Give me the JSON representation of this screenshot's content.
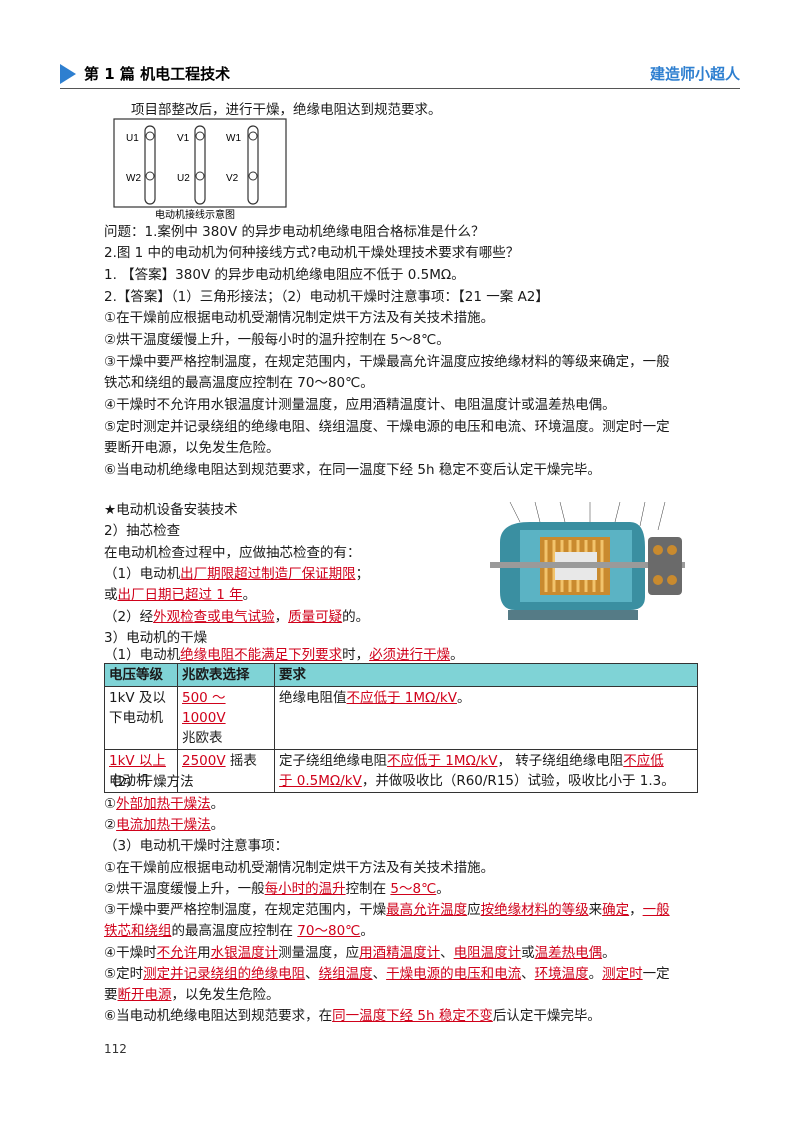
{
  "header": {
    "title": "第 1 篇  机电工程技术",
    "brand": "建造师小超人"
  },
  "top": {
    "intro": "项目部整改后，进行干燥，绝缘电阻达到规范要求。"
  },
  "diagram": {
    "labels_top": [
      "U1",
      "V1",
      "W1"
    ],
    "labels_bottom": [
      "W2",
      "U2",
      "V2"
    ],
    "caption": "电动机接线示意图"
  },
  "qa": {
    "q1": "问题：1.案例中 380V 的异步电动机绝缘电阻合格标准是什么？",
    "q2": "2.图 1 中的电动机为何种接线方式?电动机干燥处理技术要求有哪些？",
    "a1": "1. 【答案】380V 的异步电动机绝缘电阻应不低于 0.5MΩ。",
    "a2": "2.【答案】（1）三角形接法；（2）电动机干燥时注意事项：【21 一案 A2】",
    "items": [
      "①在干燥前应根据电动机受潮情况制定烘干方法及有关技术措施。",
      "②烘干温度缓慢上升，一般每小时的温升控制在 5～8℃。",
      "③干燥中要严格控制温度，在规定范围内，干燥最高允许温度应按绝缘材料的等级来确定，一般",
      "铁芯和绕组的最高温度应控制在 70～80℃。",
      "④干燥时不允许用水银温度计测量温度，应用酒精温度计、电阻温度计或温差热电偶。",
      "⑤定时测定并记录绕组的绝缘电阻、绕组温度、干燥电源的电压和电流、环境温度。测定时一定",
      "要断开电源，以免发生危险。",
      "⑥当电动机绝缘电阻达到规范要求，在同一温度下经 5h 稳定不变后认定干燥完毕。"
    ]
  },
  "section": {
    "title": "★电动机设备安装技术",
    "s2": "2）抽芯检查",
    "s2_intro": "在电动机检查过程中，应做抽芯检查的有：",
    "c1_a": "（1）电动机",
    "c1_b": "出厂期限超过制造厂保证期限",
    "c1_c": "；",
    "c1_d": "或",
    "c1_e": "出厂日期已超过 1 年",
    "c1_f": "。",
    "c2_a": "（2）经",
    "c2_b": "外观检查或电气试验",
    "c2_c": "，",
    "c2_d": "质量可疑",
    "c2_e": "的。",
    "s3": "3）电动机的干燥",
    "d1_a": "（1）电动机",
    "d1_b": "绝缘电阻不能满足下列要求",
    "d1_c": "时，",
    "d1_d": "必须进行干燥",
    "d1_e": "。"
  },
  "table": {
    "headers": [
      "电压等级",
      "兆欧表选择",
      "要求"
    ],
    "r1": {
      "v1": "1kV 及以",
      "v2": "下电动机",
      "m1": "500 ～ 1000V",
      "m2": "兆欧表",
      "req_a": "绝缘电阻值",
      "req_b": "不应低于 1MΩ/kV",
      "req_c": "。"
    },
    "r2": {
      "v1": "1kV 以上",
      "v2": "电动机",
      "m1": "2500V",
      "m1b": " 摇表",
      "req1_a": "定子绕组绝缘电阻",
      "req1_b": "不应低于 1MΩ/kV",
      "req1_c": "，  转子绕组绝缘电阻",
      "req1_d": "不应低",
      "req2_a": "于 0.5MΩ/kV",
      "req2_b": "，并做吸收比（R60/R15）试验，吸收比小于 1.3。"
    }
  },
  "drying": {
    "t": "（2）干燥方法",
    "m1_a": "①",
    "m1_b": "外部加热干燥法",
    "m1_c": "。",
    "m2_a": "②",
    "m2_b": "电流加热干燥法",
    "m2_c": "。",
    "n": "（3）电动机干燥时注意事项：",
    "i1": "①在干燥前应根据电动机受潮情况制定烘干方法及有关技术措施。",
    "i2_a": "②烘干温度缓慢上升，一般",
    "i2_b": "每小时的温升",
    "i2_c": "控制在 ",
    "i2_d": "5～8℃",
    "i2_e": "。",
    "i3_a": "③干燥中要严格控制温度，在规定范围内，干燥",
    "i3_b": "最高允许温度",
    "i3_c": "应",
    "i3_d": "按绝缘材料的等级",
    "i3_e": "来",
    "i3_f": "确定",
    "i3_g": "，",
    "i3_h": "一般",
    "i3b_a": "铁芯和绕组",
    "i3b_b": "的最高温度应控制在 ",
    "i3b_c": "70～80℃",
    "i3b_d": "。",
    "i4_a": "④干燥时",
    "i4_b": "不允许",
    "i4_c": "用",
    "i4_d": "水银温度计",
    "i4_e": "测量温度，应",
    "i4_f": "用酒精温度计",
    "i4_g": "、",
    "i4_h": "电阻温度计",
    "i4_i": "或",
    "i4_j": "温差热电偶",
    "i4_k": "。",
    "i5_a": "⑤定时",
    "i5_b": "测定并记录绕组的绝缘电阻",
    "i5_c": "、",
    "i5_d": "绕组温度",
    "i5_e": "、",
    "i5_f": "干燥电源的电压和电流",
    "i5_g": "、",
    "i5_h": "环境温度",
    "i5_i": "。",
    "i5_j": "测定时",
    "i5_k": "一定",
    "i5b_a": "要",
    "i5b_b": "断开电源",
    "i5b_c": "，以免发生危险。",
    "i6_a": "⑥当电动机绝缘电阻达到规范要求，在",
    "i6_b": "同一温度下经 5h 稳定不变",
    "i6_c": "后认定干燥完毕。"
  },
  "page_number": "112"
}
